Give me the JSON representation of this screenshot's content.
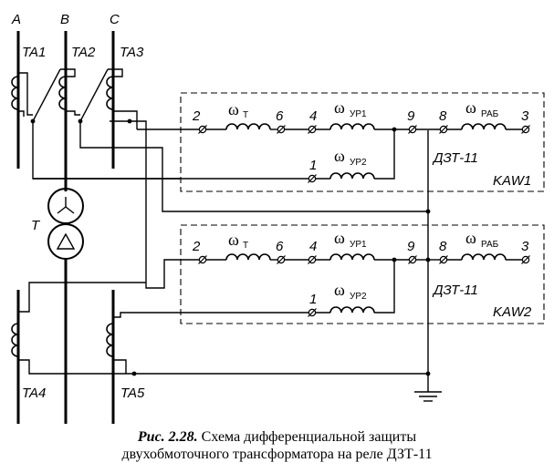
{
  "phases": [
    "A",
    "B",
    "C"
  ],
  "transformer_label": "T",
  "current_transformers": {
    "top": [
      "TA1",
      "TA2",
      "TA3"
    ],
    "bottom": [
      "TA4",
      "TA5"
    ]
  },
  "relays": [
    {
      "id": "KAW1",
      "type": "ДЗТ-11",
      "terminals": {
        "t2": "2",
        "t6": "6",
        "t4": "4",
        "t9": "9",
        "t8": "8",
        "t3": "3",
        "t1": "1"
      },
      "windings": {
        "w_t": {
          "sym": "ω",
          "sub": "Т"
        },
        "w_ur1": {
          "sym": "ω",
          "sub": "УР1"
        },
        "w_rab": {
          "sym": "ω",
          "sub": "РАБ"
        },
        "w_ur2": {
          "sym": "ω",
          "sub": "УР2"
        }
      }
    },
    {
      "id": "KAW2",
      "type": "ДЗТ-11",
      "terminals": {
        "t2": "2",
        "t6": "6",
        "t4": "4",
        "t9": "9",
        "t8": "8",
        "t3": "3",
        "t1": "1"
      },
      "windings": {
        "w_t": {
          "sym": "ω",
          "sub": "Т"
        },
        "w_ur1": {
          "sym": "ω",
          "sub": "УР1"
        },
        "w_rab": {
          "sym": "ω",
          "sub": "РАБ"
        },
        "w_ur2": {
          "sym": "ω",
          "sub": "УР2"
        }
      }
    }
  ],
  "caption": {
    "number": "Рис. 2.28.",
    "line1": "Схема дифференциальной защиты",
    "line2": "двухобмоточного трансформатора на реле ДЗТ-11"
  }
}
